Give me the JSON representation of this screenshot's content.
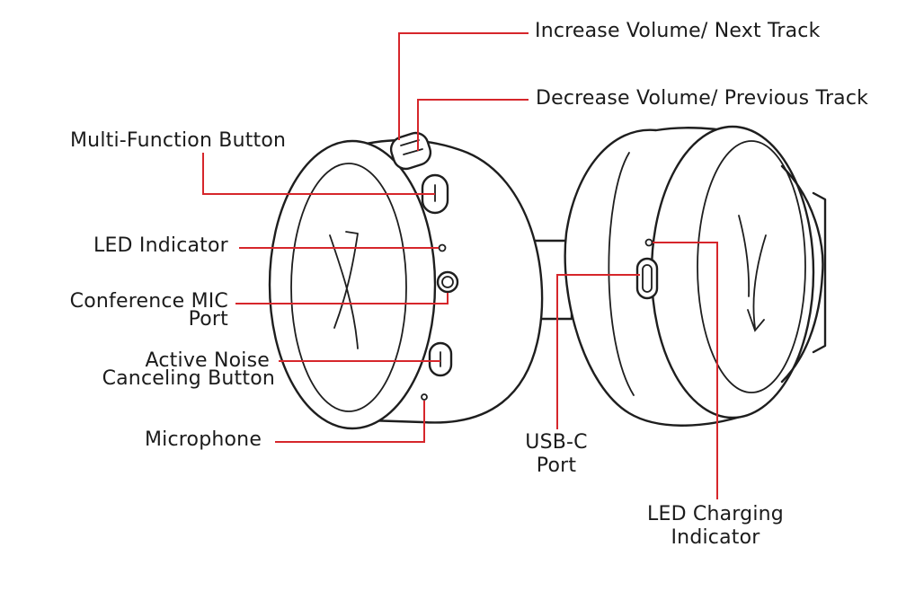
{
  "colors": {
    "leader_line": "#d6262b",
    "outline": "#1e1e1e",
    "text": "#1b1b1b",
    "background": "#ffffff"
  },
  "labels": {
    "increase_volume": "Increase Volume/ Next Track",
    "decrease_volume": "Decrease Volume/ Previous Track",
    "multi_function": "Multi-Function Button",
    "led_indicator": "LED Indicator",
    "conference_mic_line1": "Conference MIC",
    "conference_mic_line2": "Port",
    "anc_line1": "Active Noise",
    "anc_line2": "Canceling Button",
    "microphone": "Microphone",
    "usbc_line1": "USB-C",
    "usbc_line2": "Port",
    "led_charging_line1": "LED Charging",
    "led_charging_line2": "Indicator"
  }
}
